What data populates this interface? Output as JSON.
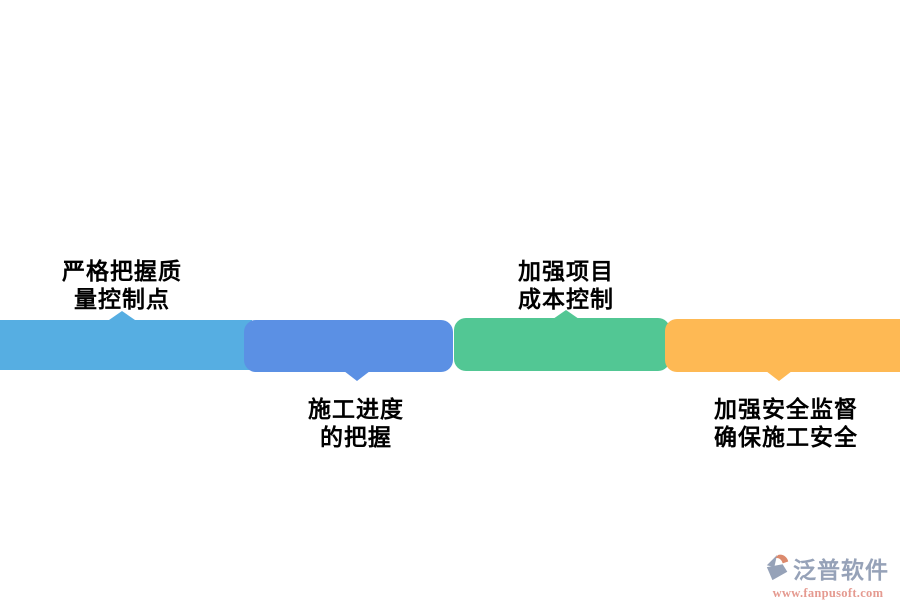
{
  "diagram": {
    "type": "process-flow-bar",
    "segments": [
      {
        "id": "quality",
        "color": "#56AEE2",
        "label": "严格把握质量控制点",
        "lines": [
          "严格把握质",
          "量控制点"
        ],
        "label_position": "above"
      },
      {
        "id": "schedule",
        "color": "#5B90E4",
        "label": "施工进度的把握",
        "lines": [
          "施工进度",
          "的把握"
        ],
        "label_position": "below"
      },
      {
        "id": "cost",
        "color": "#52C794",
        "label": "加强项目成本控制",
        "lines": [
          "加强项目",
          "成本控制"
        ],
        "label_position": "above"
      },
      {
        "id": "safety",
        "color": "#FEB954",
        "label": "加强安全监督确保施工安全",
        "lines": [
          "加强安全监督",
          "确保施工安全"
        ],
        "label_position": "below"
      }
    ],
    "label_text_color": "#000000"
  },
  "watermark": {
    "brand": "泛普软件",
    "url": "www.fanpusoft.com",
    "brand_color": "#96A2B8",
    "url_color": "#E59A90"
  }
}
